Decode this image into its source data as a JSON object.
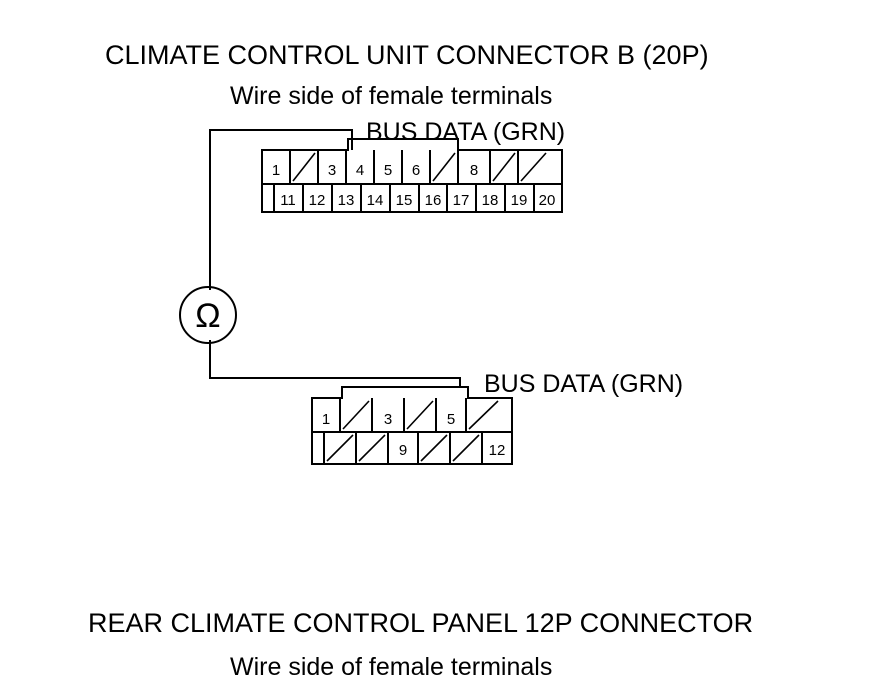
{
  "top_connector": {
    "title": "CLIMATE CONTROL UNIT CONNECTOR B (20P)",
    "subtitle": "Wire side of female terminals",
    "wire_label": "BUS DATA (GRN)",
    "row1": [
      "1",
      "",
      "3",
      "4",
      "5",
      "6",
      "",
      "8",
      "",
      ""
    ],
    "row2": [
      "",
      "11",
      "12",
      "13",
      "14",
      "15",
      "16",
      "17",
      "18",
      "19",
      "20"
    ]
  },
  "bottom_connector": {
    "title": "REAR CLIMATE CONTROL PANEL 12P CONNECTOR",
    "subtitle": "Wire side of female terminals",
    "wire_label": "BUS DATA (GRN)",
    "row1": [
      "1",
      "",
      "3",
      "",
      "5",
      ""
    ],
    "row2": [
      "",
      "",
      "9",
      "",
      "",
      "12"
    ]
  },
  "meter": {
    "symbol": "Ω",
    "icon": "ohmmeter-icon"
  }
}
